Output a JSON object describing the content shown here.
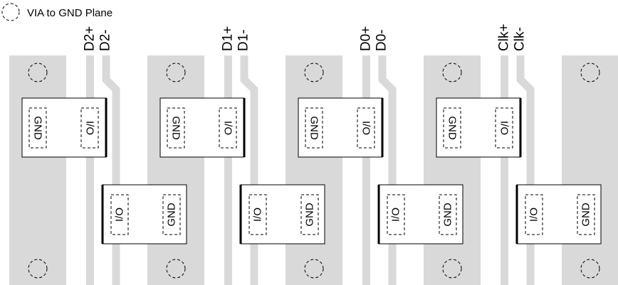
{
  "legend": {
    "label": "VIA to GND Plane",
    "icon": "dashed-circle-icon"
  },
  "pairs": [
    {
      "pos": "D2+",
      "neg": "D2-"
    },
    {
      "pos": "D1+",
      "neg": "D1-"
    },
    {
      "pos": "D0+",
      "neg": "D0-"
    },
    {
      "pos": "Clk+",
      "neg": "Clk-"
    }
  ],
  "pads": {
    "gnd": "GND",
    "io": "I/O"
  },
  "colors": {
    "plane": "#d9d9d9",
    "trace": "#d9d9d9",
    "outline": "#000000"
  }
}
